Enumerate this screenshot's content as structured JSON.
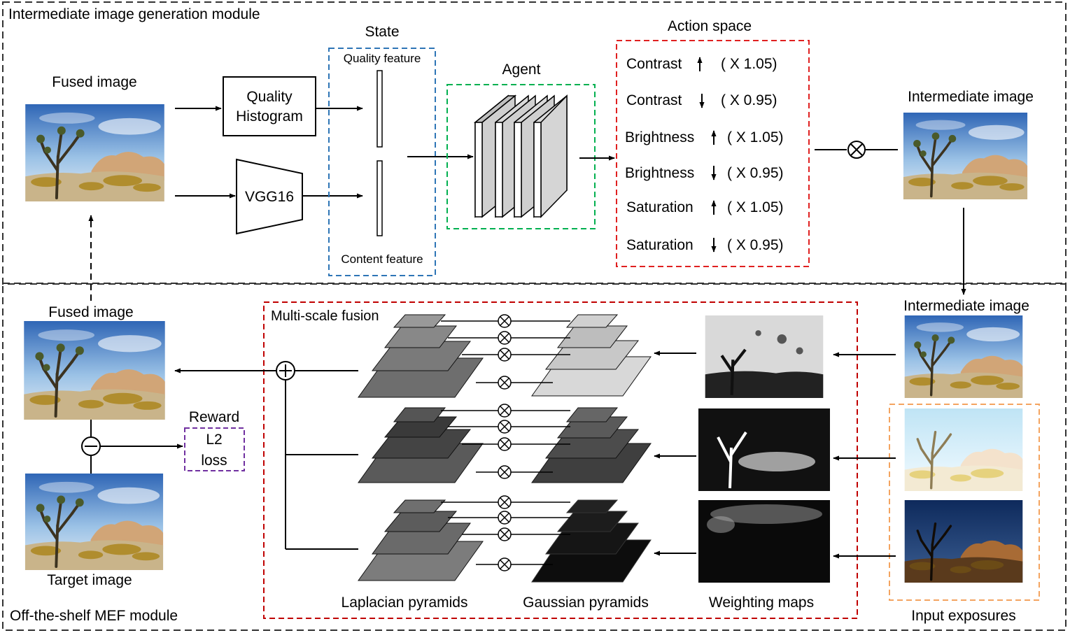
{
  "top_module": {
    "title": "Intermediate image generation module",
    "fused_image_label": "Fused image",
    "quality_histogram_line1": "Quality",
    "quality_histogram_line2": "Histogram",
    "vgg_label": "VGG16",
    "state_label": "State",
    "quality_feature_label": "Quality feature",
    "content_feature_label": "Content feature",
    "agent_label": "Agent",
    "action_space_label": "Action space",
    "actions": [
      {
        "name": "Contrast",
        "direction": "up",
        "factor": "( X 1.05)"
      },
      {
        "name": "Contrast",
        "direction": "down",
        "factor": "( X 0.95)"
      },
      {
        "name": "Brightness",
        "direction": "up",
        "factor": "( X 1.05)"
      },
      {
        "name": "Brightness",
        "direction": "down",
        "factor": "( X 0.95)"
      },
      {
        "name": "Saturation",
        "direction": "up",
        "factor": "( X 1.05)"
      },
      {
        "name": "Saturation",
        "direction": "down",
        "factor": "( X 0.95)"
      }
    ],
    "intermediate_image_label": "Intermediate image",
    "multiply_symbol": "⊗"
  },
  "bottom_module": {
    "title": "Off-the-shelf MEF module",
    "fused_image_label": "Fused image",
    "target_image_label": "Target image",
    "reward_label": "Reward",
    "loss_line1": "L2",
    "loss_line2": "loss",
    "multiscale_label": "Multi-scale fusion",
    "laplacian_label": "Laplacian pyramids",
    "gaussian_label": "Gaussian pyramids",
    "weighting_label": "Weighting maps",
    "intermediate_image_label": "Intermediate image",
    "input_exposures_label": "Input exposures"
  },
  "colors": {
    "state_box": "#2e75b6",
    "agent_box": "#00b050",
    "action_box": "#e02020",
    "multiscale_box": "#c00000",
    "reward_box": "#7030a0",
    "exposure_box": "#f4a460",
    "module_border": "#333333"
  }
}
